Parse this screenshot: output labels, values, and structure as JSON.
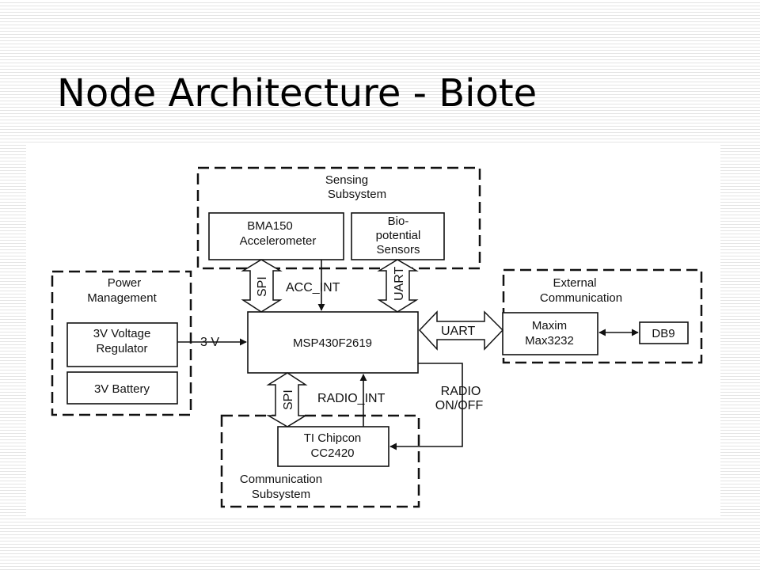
{
  "slide": {
    "title": "Node Architecture - Biote"
  },
  "diagram": {
    "groups": {
      "sensing": {
        "line1": "Sensing",
        "line2": "Subsystem"
      },
      "power": {
        "line1": "Power",
        "line2": "Management"
      },
      "external": {
        "line1": "External",
        "line2": "Communication"
      },
      "communication": {
        "line1": "Communication",
        "line2": "Subsystem"
      }
    },
    "blocks": {
      "bma150": {
        "line1": "BMA150",
        "line2": "Accelerometer"
      },
      "biopotential": {
        "line1": "Bio-",
        "line2": "potential",
        "line3": "Sensors"
      },
      "mcu": {
        "label": "MSP430F2619"
      },
      "regulator": {
        "line1": "3V Voltage",
        "line2": "Regulator"
      },
      "battery": {
        "label": "3V Battery"
      },
      "maxim": {
        "line1": "Maxim",
        "line2": "Max3232"
      },
      "db9": {
        "label": "DB9"
      },
      "chipcon": {
        "line1": "TI Chipcon",
        "line2": "CC2420"
      }
    },
    "signals": {
      "spi_sensing": "SPI",
      "acc_int": "ACC_INT",
      "uart_sensing": "UART",
      "uart_external": "UART",
      "three_v": "3 V",
      "spi_radio": "SPI",
      "radio_int": "RADIO_INT",
      "radio_onoff_line1": "RADIO",
      "radio_onoff_line2": "ON/OFF"
    }
  }
}
